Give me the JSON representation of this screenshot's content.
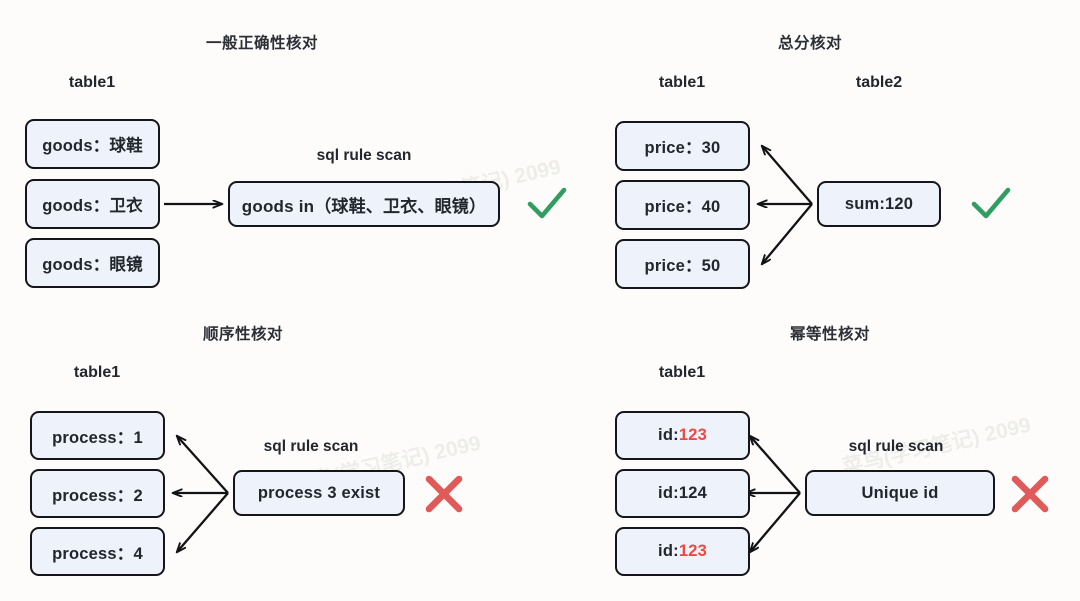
{
  "page": {
    "background": "#fdfcfa",
    "box_fill": "#eef2fa",
    "box_border": "#14161a",
    "check_color": "#2f9e60",
    "cross_color": "#e05a5a",
    "red_text_color": "#ea4a41"
  },
  "watermark": {
    "text": "菜鸟(学习笔记) 2099"
  },
  "panels": [
    {
      "id": "correctness",
      "title": "一般正确性核对",
      "table_label": "table1",
      "rows": [
        {
          "text": "goods：球鞋"
        },
        {
          "text": "goods：卫衣"
        },
        {
          "text": "goods：眼镜"
        }
      ],
      "rule_label": "sql rule scan",
      "rule_text": "goods in（球鞋、卫衣、眼镜）",
      "result": "check",
      "arrow_style": "single"
    },
    {
      "id": "total-sum",
      "title": "总分核对",
      "table_label": "table1",
      "table2_label": "table2",
      "rows": [
        {
          "text": "price：30"
        },
        {
          "text": "price：40"
        },
        {
          "text": "price：50"
        }
      ],
      "rule_label": "",
      "rule_text": "sum:120",
      "result": "check",
      "arrow_style": "fan"
    },
    {
      "id": "ordering",
      "title": "顺序性核对",
      "table_label": "table1",
      "rows": [
        {
          "text": "process：1"
        },
        {
          "text": "process：2"
        },
        {
          "text": "process：4"
        }
      ],
      "rule_label": "sql rule scan",
      "rule_text": "process 3  exist",
      "result": "cross",
      "arrow_style": "fan"
    },
    {
      "id": "idempotency",
      "title": "幂等性核对",
      "table_label": "table1",
      "rows": [
        {
          "prefix": "id:",
          "value": "123",
          "highlight": true
        },
        {
          "prefix": "id:",
          "value": "124",
          "highlight": false
        },
        {
          "prefix": "id:",
          "value": "123",
          "highlight": true
        }
      ],
      "rule_label": "sql rule scan",
      "rule_text": "Unique id",
      "result": "cross",
      "arrow_style": "fan"
    }
  ],
  "icons": {
    "check": "check-mark-icon",
    "cross": "cross-mark-icon"
  }
}
